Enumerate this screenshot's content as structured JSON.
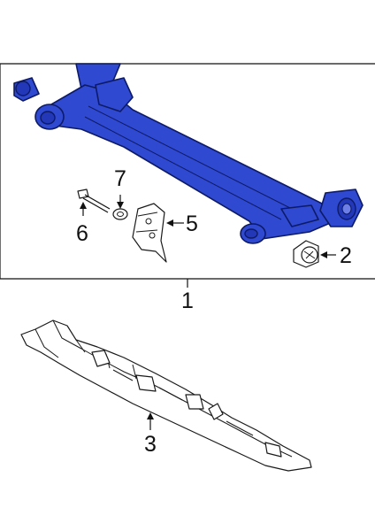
{
  "callouts": {
    "label_1": "1",
    "label_2": "2",
    "label_3": "3",
    "label_5": "5",
    "label_6": "6",
    "label_7": "7"
  },
  "colors": {
    "axle_fill": "#2f49d1",
    "axle_outline": "#0d1a66",
    "line_art": "#1a1a1a",
    "background": "#ffffff"
  }
}
